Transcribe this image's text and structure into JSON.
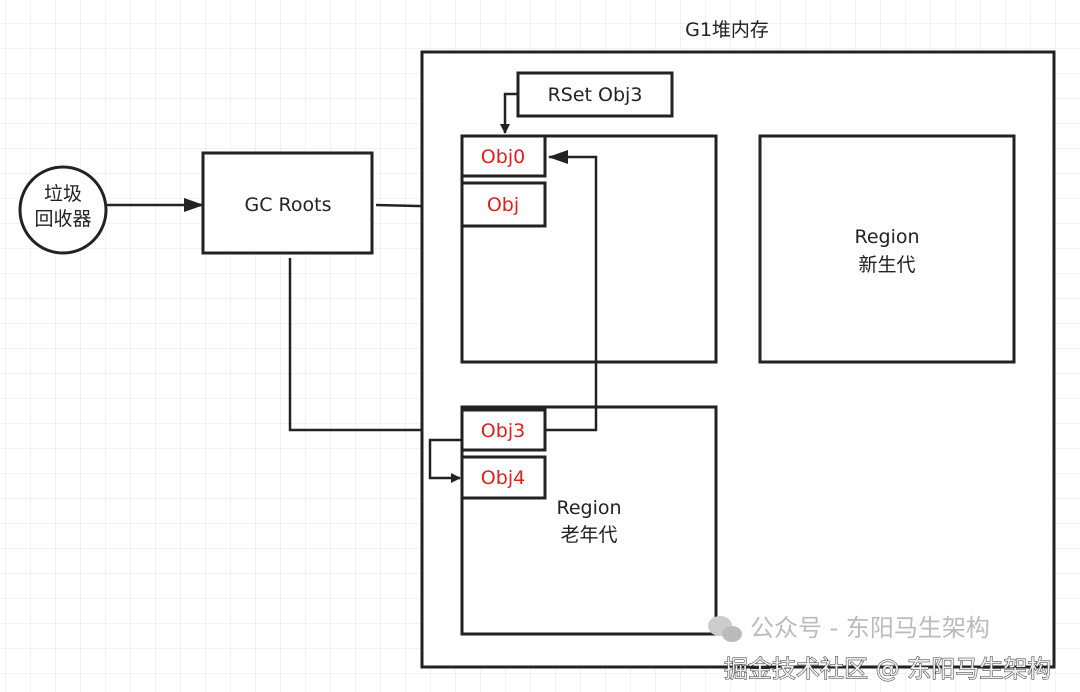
{
  "diagram": {
    "collector": "垃圾\n回收器",
    "gc_roots": "GC Roots",
    "heap_title": "G1堆内存",
    "rset": "RSet Obj3",
    "regions": [
      {
        "label": "",
        "objects": [
          "Obj0",
          "Obj"
        ]
      },
      {
        "label": "Region",
        "sublabel": "新生代",
        "objects": []
      },
      {
        "label": "Region",
        "sublabel": "老年代",
        "objects": [
          "Obj3",
          "Obj4"
        ]
      }
    ],
    "object_text_color": "#e0201c"
  },
  "watermarks": {
    "line1": "公众号 - 东阳马生架构",
    "line2": "掘金技术社区 @ 东阳马生架构"
  }
}
